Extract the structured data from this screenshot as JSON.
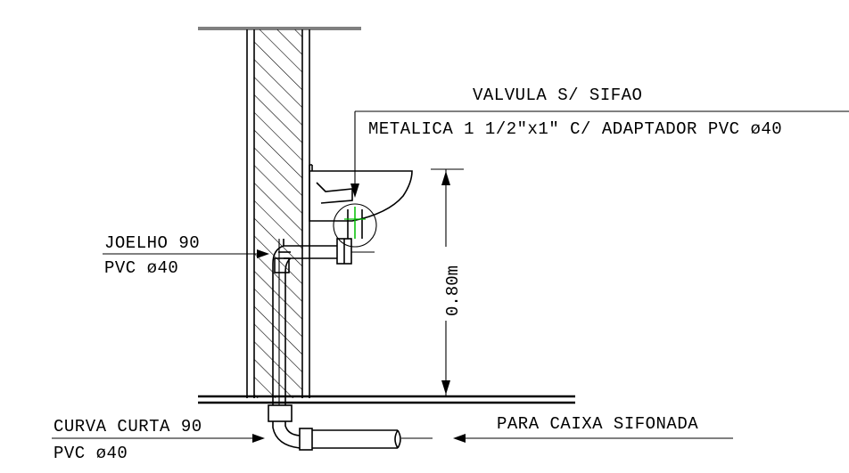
{
  "labels": {
    "valve_line1": "VALVULA S/ SIFAO",
    "valve_line2": "METALICA 1 1/2\"x1\" C/ ADAPTADOR PVC ø40",
    "elbow_line1": "JOELHO 90",
    "elbow_line2": "PVC ø40",
    "curve_line1": "CURVA CURTA 90",
    "curve_line2": "PVC ø40",
    "outlet": "PARA CAIXA SIFONADA",
    "height_dim": "0.80m"
  },
  "colors": {
    "ink": "#000000",
    "accent_green": "#00c000",
    "background": "#ffffff"
  }
}
